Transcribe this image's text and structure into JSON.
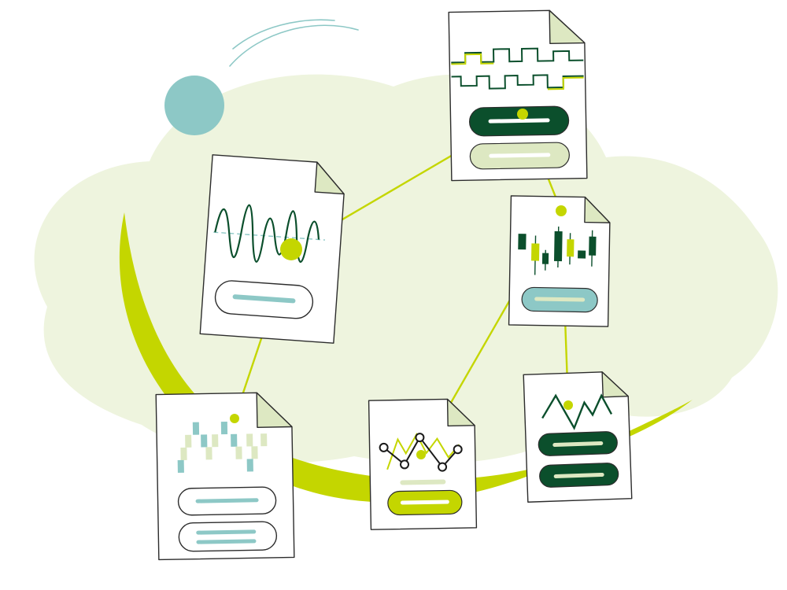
{
  "palette": {
    "background": "#ffffff",
    "cloud": "#eef4de",
    "lime": "#c4d600",
    "dark_green": "#0b4f2c",
    "pale_green": "#dde8c2",
    "teal": "#8dc8c6",
    "outline": "#2c2c2c"
  },
  "documents": [
    {
      "name": "waveform-document",
      "icon": "sine-wave-icon"
    },
    {
      "name": "square-wave-document",
      "icon": "square-wave-icon"
    },
    {
      "name": "candlestick-document",
      "icon": "candlestick-chart-icon"
    },
    {
      "name": "pixel-pattern-document",
      "icon": "pixel-grid-icon"
    },
    {
      "name": "zigzag-line-document",
      "icon": "zigzag-line-chart-icon"
    },
    {
      "name": "mountain-line-document",
      "icon": "mountain-line-icon"
    }
  ],
  "decorations": [
    "cloud-shape",
    "crescent-shape",
    "teal-circle",
    "motion-lines"
  ],
  "text": []
}
